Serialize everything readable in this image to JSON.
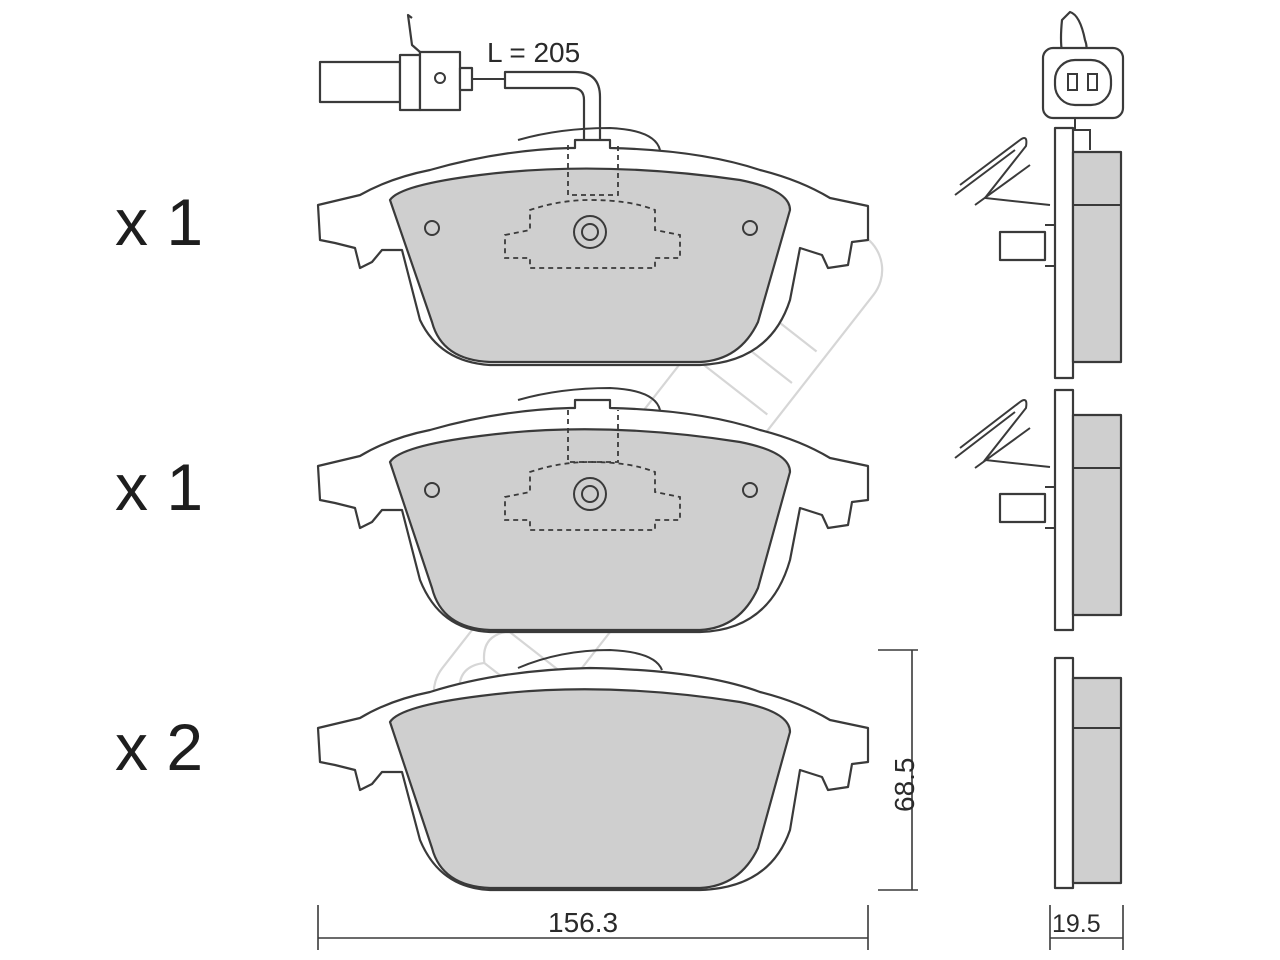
{
  "quantities": {
    "row1": "x 1",
    "row2": "x 1",
    "row3": "x 2"
  },
  "wire_length_label": "L = 205",
  "dimensions": {
    "width": "156.3",
    "height": "68.5",
    "thickness": "19.5"
  },
  "watermark_text": "metelli",
  "colors": {
    "pad_fill": "#cfcfcf",
    "line": "#3a3a3a",
    "watermark": "#c8c8c8"
  }
}
